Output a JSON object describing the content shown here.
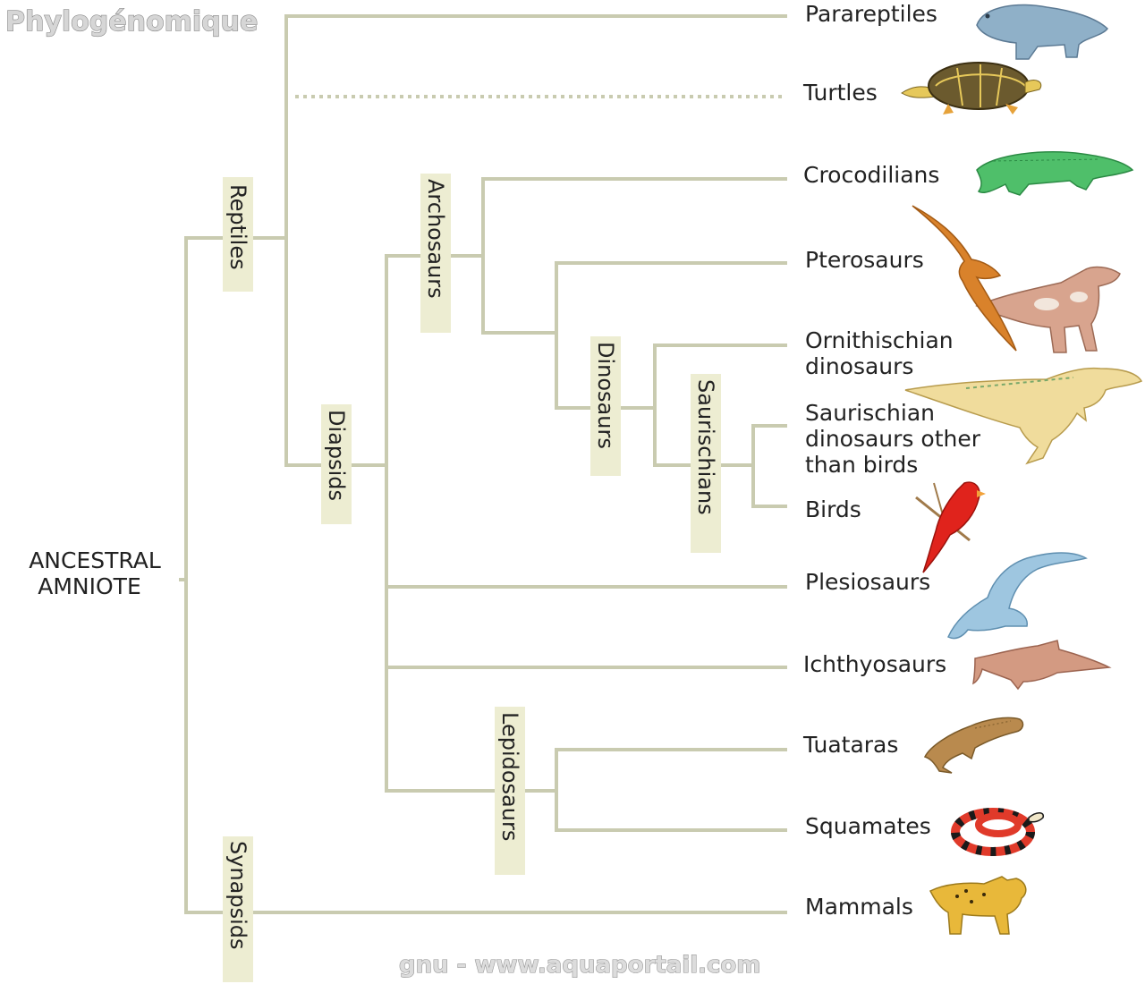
{
  "title": "Phylogénomique",
  "watermark": "gnu - www.aquaportail.com",
  "root": {
    "line1": "ANCESTRAL",
    "line2": "AMNIOTE"
  },
  "clades": {
    "reptiles": "Reptiles",
    "diapsids": "Diapsids",
    "archosaurs": "Archosaurs",
    "dinosaurs": "Dinosaurs",
    "saurischians": "Saurischians",
    "lepidosaurs": "Lepidosaurs",
    "synapsids": "Synapsids"
  },
  "taxa": {
    "parareptiles": "Parareptiles",
    "turtles": "Turtles",
    "crocodilians": "Crocodilians",
    "pterosaurs": "Pterosaurs",
    "ornithischian_1": "Ornithischian",
    "ornithischian_2": "dinosaurs",
    "saurischian_1": "Saurischian",
    "saurischian_2": "dinosaurs other",
    "saurischian_3": "than birds",
    "birds": "Birds",
    "plesiosaurs": "Plesiosaurs",
    "ichthyosaurs": "Ichthyosaurs",
    "tuataras": "Tuataras",
    "squamates": "Squamates",
    "mammals": "Mammals"
  },
  "colors": {
    "branch": "#c9cbb0",
    "clade_box": "#ededd2",
    "parareptile": "#8fb0c8",
    "turtle": "#6b5a2e",
    "crocodile": "#4fbf6a",
    "pterosaur": "#d9822b",
    "ornithischian": "#d8a48e",
    "saurischian": "#f0dc9c",
    "bird": "#e0231c",
    "plesiosaur": "#9ec6e0",
    "ichthyosaur": "#d39a82",
    "tuatara": "#b98a4e",
    "snake_red": "#e03a2a",
    "cat": "#e8b83a"
  }
}
